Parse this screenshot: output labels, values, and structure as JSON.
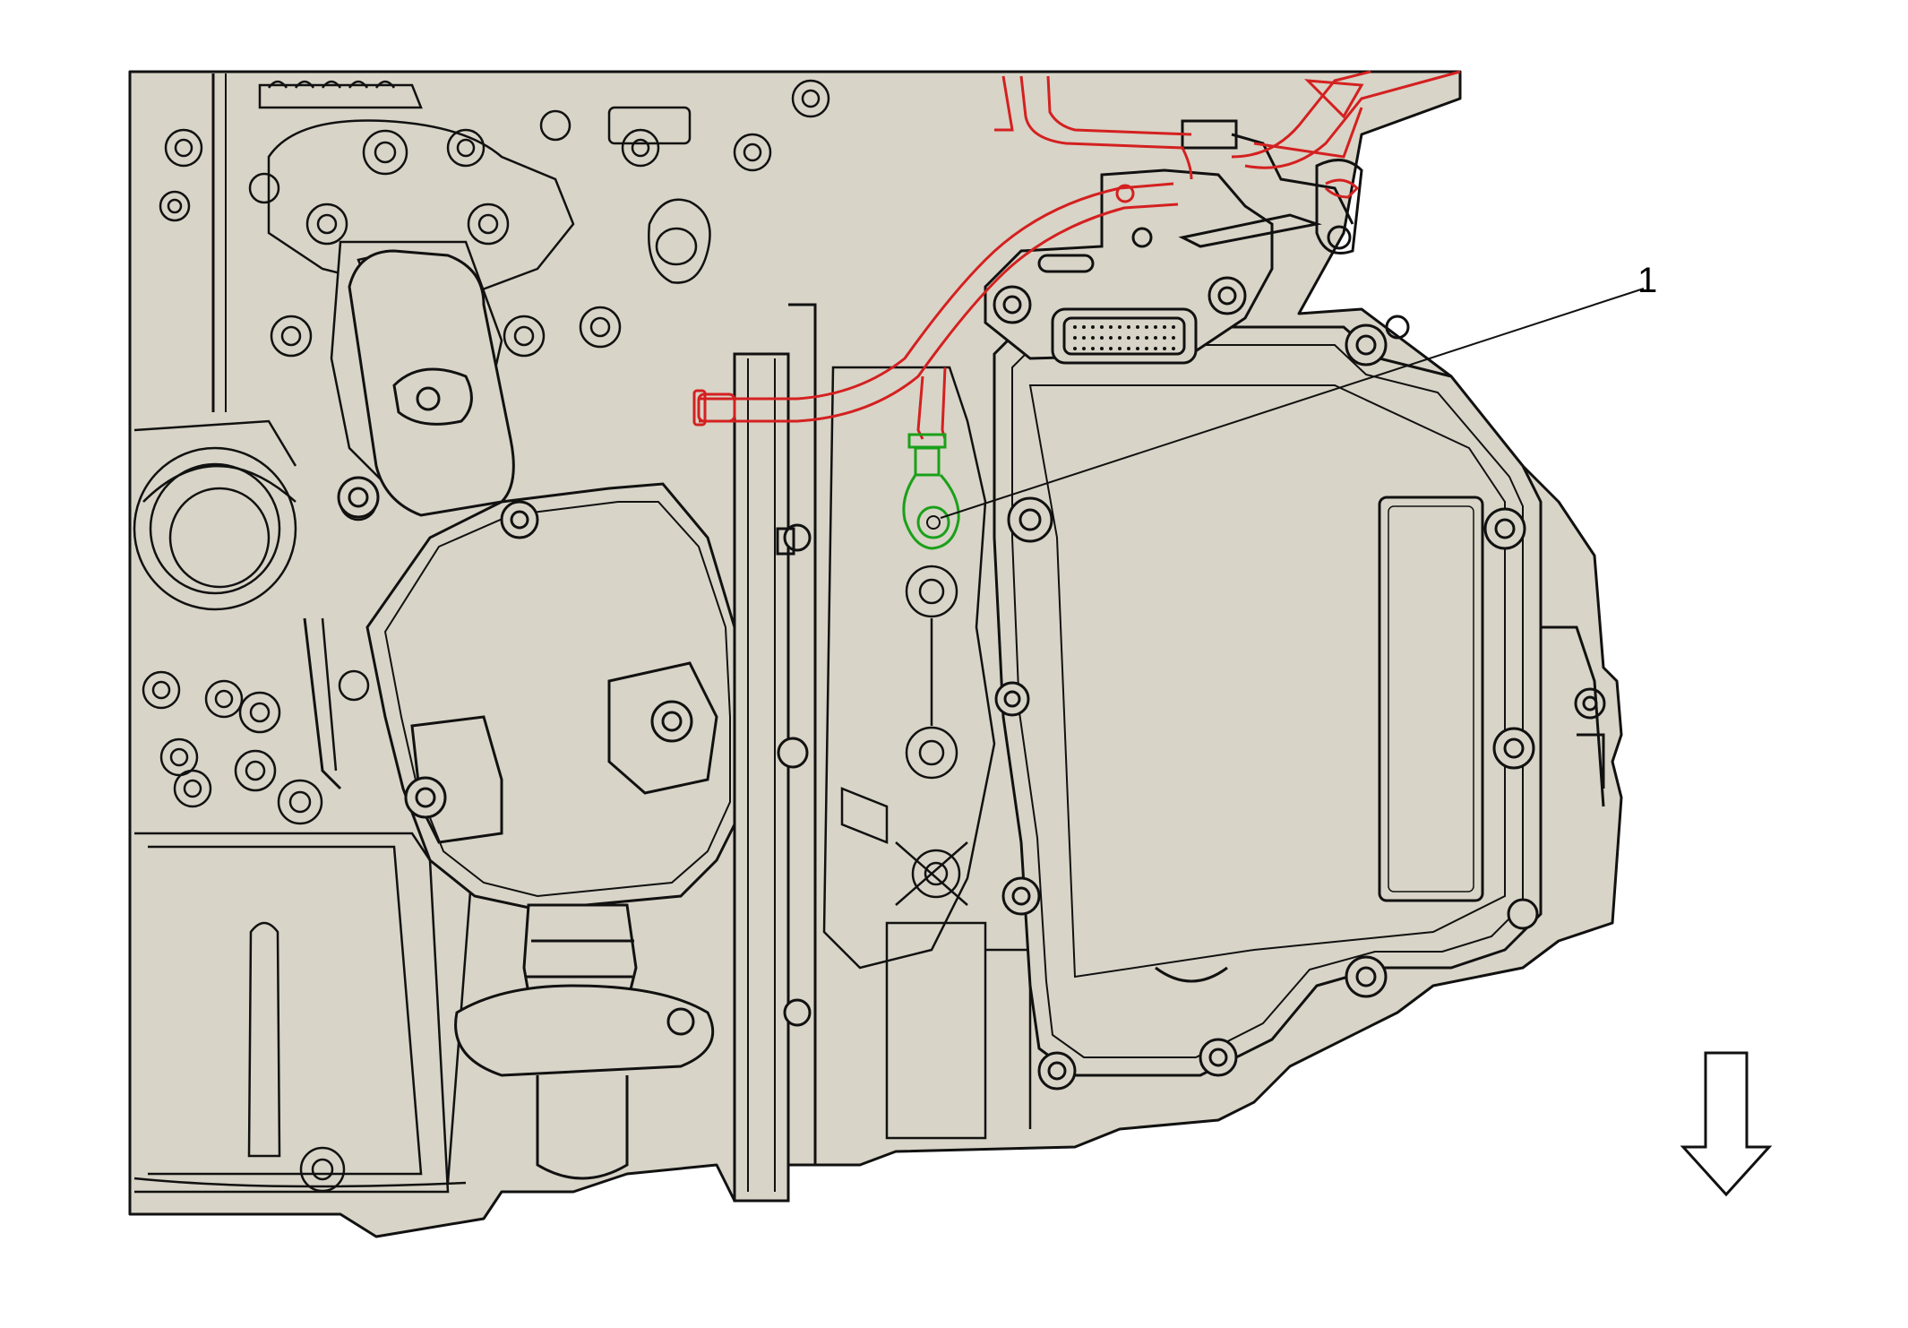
{
  "diagram": {
    "callouts": [
      {
        "label": "1",
        "part": "ground-terminal"
      }
    ],
    "view_arrow": {
      "direction": "down"
    },
    "colors": {
      "background": "#ffffff",
      "part_fill": "#d8d4c7",
      "line": "#111111",
      "harness_highlight": "#d42020",
      "terminal_highlight": "#1aa01a"
    }
  }
}
